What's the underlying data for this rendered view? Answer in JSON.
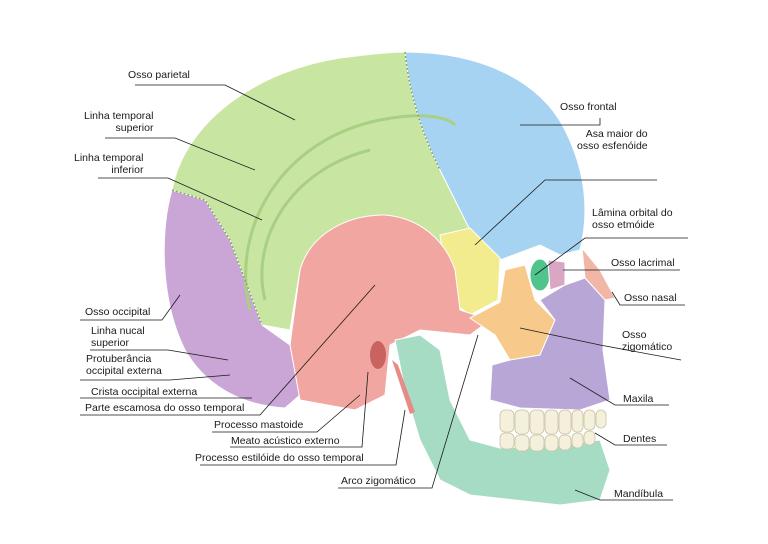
{
  "labels": {
    "osso_parietal": "Osso parietal",
    "linha_temporal_superior": [
      "Linha temporal",
      "superior"
    ],
    "linha_temporal_inferior": [
      "Linha temporal",
      "inferior"
    ],
    "osso_occipital": "Osso occipital",
    "linha_nucal_superior": [
      "Linha nucal",
      "superior"
    ],
    "protuberancia_occipital_externa": [
      "Protuberância",
      "occipital externa"
    ],
    "crista_occipital_externa": "Crista occipital externa",
    "parte_escamosa": "Parte escamosa do osso temporal",
    "processo_mastoide": "Processo mastoide",
    "meato_acustico_externo": "Meato acústico externo",
    "processo_estiloide": "Processo estilóide do osso temporal",
    "arco_zigomatico": "Arco zigomático",
    "osso_frontal": "Osso frontal",
    "asa_maior_esfenoide": [
      "Asa maior do",
      "osso esfenóide"
    ],
    "lamina_orbital_etmoide": [
      "Lâmina orbital do",
      "osso etmóide"
    ],
    "osso_lacrimal": "Osso lacrimal",
    "osso_nasal": "Osso nasal",
    "osso_zigomatico": [
      "Osso",
      "zigomático"
    ],
    "maxila": "Maxila",
    "dentes": "Dentes",
    "mandibula": "Mandíbula"
  },
  "colors": {
    "parietal": "#c8e6a2",
    "frontal": "#a7d3f2",
    "occipital": "#c9a6d6",
    "temporal": "#f2a6a2",
    "sphenoid": "#f2ec8e",
    "zygomatic": "#f7c98a",
    "maxilla": "#b8a6d6",
    "mandible": "#a6dcc4",
    "ethmoid": "#4fc48c",
    "lacrimal": "#d9a6c4",
    "nasal": "#f2b6a6",
    "teeth": "#f5f0dc"
  }
}
